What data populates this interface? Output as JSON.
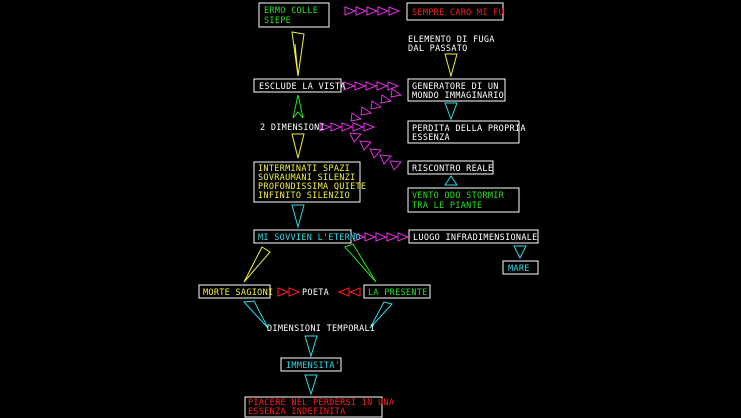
{
  "colors": {
    "background": "#000000",
    "green": "#22e01e",
    "red": "#ff1b1b",
    "white": "#ffffff",
    "yellow": "#f2f03a",
    "cyan": "#30d8e8",
    "magenta": "#e030e0"
  },
  "nodes": {
    "ermo_line1": "ERMO COLLE",
    "ermo_line2": "SIEPE",
    "sempre_caro": "SEMPRE CARO MI FU",
    "elemento_line1": "ELEMENTO DI FUGA",
    "elemento_line2": "DAL PASSATO",
    "esclude_vista": "ESCLUDE LA VISTA",
    "generatore_line1": "GENERATORE DI UN",
    "generatore_line2": "MONDO IMMAGINARIO",
    "due_dimensioni": "2 DIMENSIONI",
    "perdita_line1": "PERDITA DELLA PROPRIA",
    "perdita_line2": "ESSENZA",
    "interminati_line1": "INTERMINATI SPAZI",
    "interminati_line2": "SOVRAUMANI SILENZI",
    "interminati_line3": "PROFONDISSIMA QUIETE",
    "interminati_line4": "INFINITO SILENZIO",
    "riscontro_reale": "RISCONTRO REALE",
    "vento_line1": "VENTO ODO STORMIR",
    "vento_line2": "TRA LE PIANTE",
    "sovvien_eterno": "MI SOVVIEN L'ETERNO",
    "luogo": "LUOGO INFRADIMENSIONALE",
    "mare": "MARE",
    "morte_stagioni": "MORTE SAGIONI",
    "poeta": "POETA",
    "la_presente": "LA PRESENTE",
    "dimensioni_temporali": "DIMENSIONI TEMPORALI",
    "immensita": "IMMENSITA'",
    "piacere_line1": "PIACERE NEL PERDERSI IN UNA",
    "piacere_line2": "ESSENZA INDEFINITA"
  }
}
